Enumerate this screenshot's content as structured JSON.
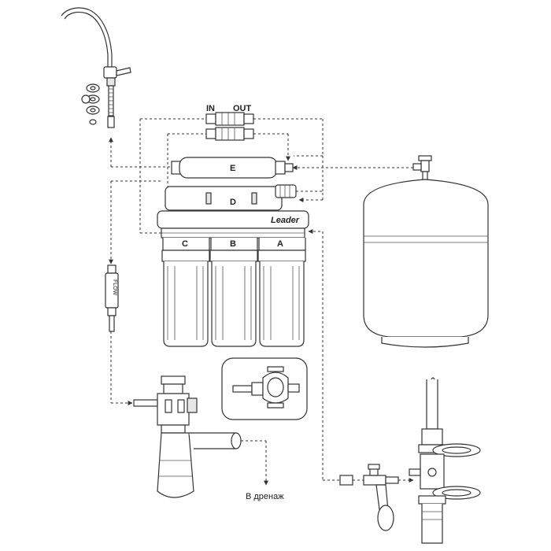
{
  "labels": {
    "in": "IN",
    "out": "OUT",
    "filter_e": "E",
    "filter_d": "D",
    "filter_c": "C",
    "filter_b": "B",
    "filter_a": "A",
    "brand": "Leader",
    "flow": "FLOW",
    "drain": "В дренаж"
  },
  "colors": {
    "line": "#333333",
    "fill": "#ffffff",
    "shade": "#e6e6e6"
  }
}
